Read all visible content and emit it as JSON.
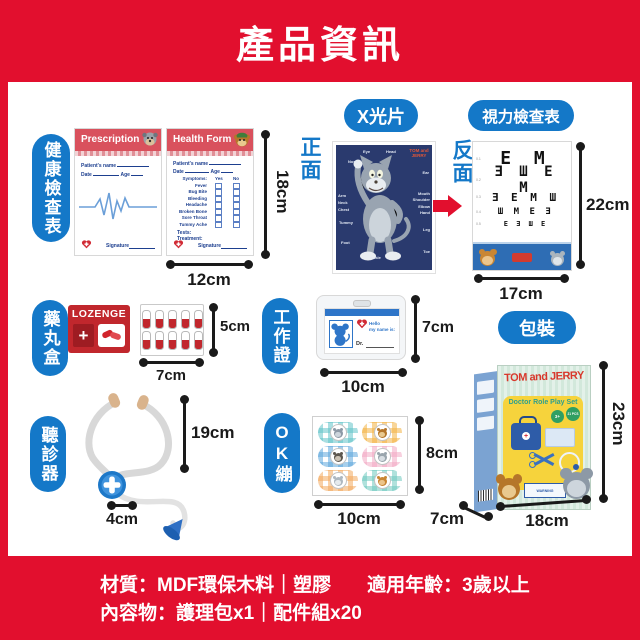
{
  "title": "產品資訊",
  "sections": {
    "health": {
      "label": "健康檢查表",
      "height": "18cm",
      "width": "12cm",
      "prescription": {
        "title": "Prescription",
        "patient": "Patient's name",
        "date": "Date",
        "age": "Age",
        "signature": "Signature"
      },
      "form": {
        "title": "Health Form",
        "patient": "Patient's name",
        "date": "Date",
        "age": "Age",
        "symptoms_label": "Symptoms:",
        "yes": "Yes",
        "no": "No",
        "symptoms": [
          "Fever",
          "Bug Bite",
          "Bleeding",
          "Headache",
          "Broken Bone",
          "Sore Throat",
          "Tummy Ache"
        ],
        "tests": "Tests:",
        "treatment": "Treatment:",
        "signature": "Signature"
      }
    },
    "xray": {
      "badge": "X光片",
      "front": "正面",
      "back": "反面",
      "logo": "TOM and JERRY",
      "labels": {
        "eye": "Eye",
        "head": "Head",
        "nose": "Nose",
        "ear": "Ear",
        "arm": "Arm",
        "neck": "Neck",
        "chest": "Chest",
        "tummy": "Tummy",
        "foot": "Foot",
        "ankle": "Ankle",
        "mouth": "Mouth",
        "shoulder": "Shoulder",
        "elbow": "Elbow",
        "hand": "Hand",
        "leg": "Leg",
        "toe": "Toe"
      }
    },
    "vision": {
      "badge": "視力檢查表",
      "height": "22cm",
      "width": "17cm",
      "rows": [
        {
          "acuity": "0.1",
          "letters": "E M"
        },
        {
          "acuity": "0.2",
          "letters": "Ǝ Ш E M"
        },
        {
          "acuity": "0.3",
          "letters": "Ǝ E M Ш"
        },
        {
          "acuity": "0.4",
          "letters": "Ш M E Ǝ"
        },
        {
          "acuity": "0.5",
          "letters": "E Ǝ Ш E"
        }
      ]
    },
    "lozenge": {
      "label": "藥丸盒",
      "box_title": "LOZENGE",
      "height": "5cm",
      "width": "7cm"
    },
    "badge_card": {
      "label": "工作證",
      "hello": "Hello",
      "name_is": "my name is:",
      "dr": "Dr.",
      "height": "7cm",
      "width": "10cm"
    },
    "stethoscope": {
      "label": "聽診器",
      "height": "19cm",
      "width": "4cm"
    },
    "bandaid": {
      "label": "OK繃",
      "height": "8cm",
      "width": "10cm"
    },
    "package": {
      "label": "包裝",
      "logo": "TOM and JERRY",
      "subtitle": "Doctor Role Play Set",
      "age_badge": "3+",
      "pcs_badge": "21 PCS",
      "warning": "WARNING",
      "height": "23cm",
      "width": "18cm",
      "depth": "7cm"
    }
  },
  "footer": {
    "material": "材質：MDF環保木料｜塑膠",
    "age": "適用年齡：3歲以上",
    "contents": "內容物：護理包x1｜配件組x20"
  }
}
